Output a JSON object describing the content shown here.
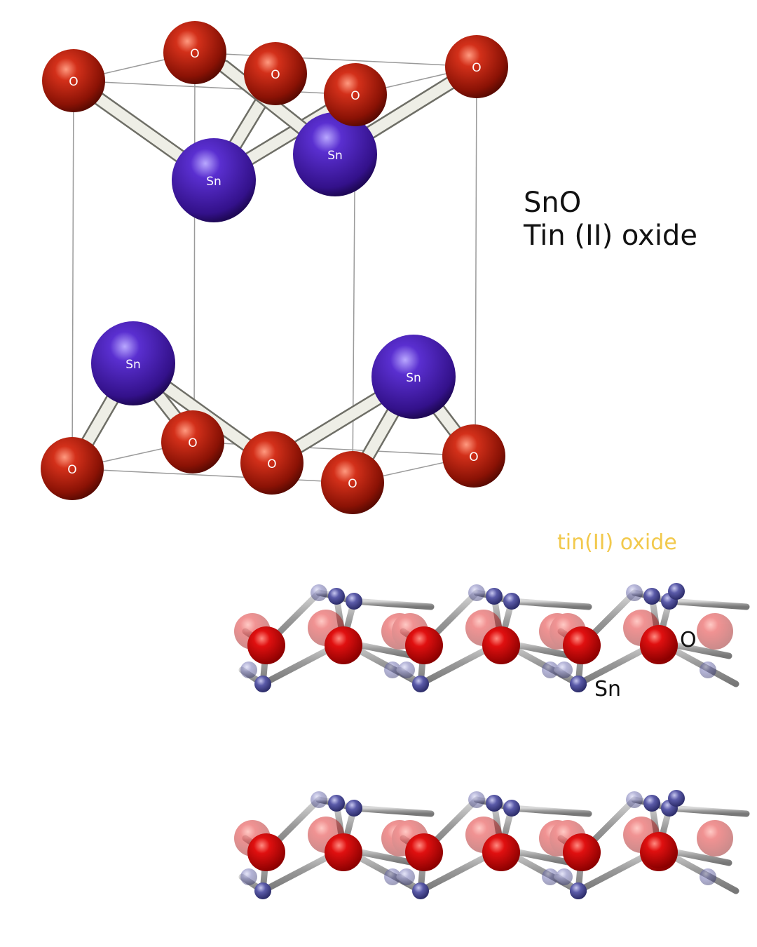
{
  "title": {
    "formula": "SnO",
    "name": "Tin (II) oxide"
  },
  "atom_labels": {
    "o": "O",
    "sn": "Sn"
  },
  "layer_view": {
    "caption": "tin(II) oxide",
    "legend_o": "O",
    "legend_sn": "Sn"
  },
  "colors": {
    "oxygen": "#c0190b",
    "tin": "#4a1fb0",
    "tin_small": "#5b5ba8",
    "bond": "#eeeee6",
    "caption": "#f2c94c"
  }
}
